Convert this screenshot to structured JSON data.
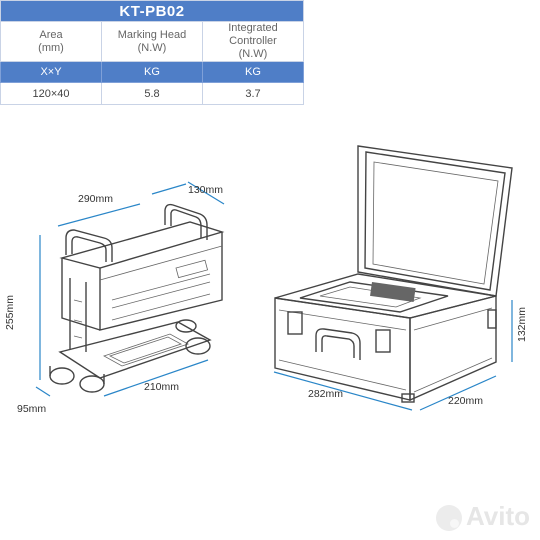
{
  "table": {
    "title": "KT-PB02",
    "headers": [
      "Area\n(mm)",
      "Marking Head\n(N.W)",
      "Integrated Controller\n(N.W)"
    ],
    "units": [
      "X×Y",
      "KG",
      "KG"
    ],
    "values": [
      "120×40",
      "5.8",
      "3.7"
    ]
  },
  "dimensions": {
    "head_width": "290mm",
    "head_depth": "130mm",
    "head_height": "255mm",
    "base_depth": "95mm",
    "base_width": "210mm",
    "case_width": "282mm",
    "case_depth": "220mm",
    "case_height": "132mm"
  },
  "watermark": "Avito",
  "colors": {
    "accent": "#4f7ec7",
    "dimension_line": "#2a86c8"
  }
}
